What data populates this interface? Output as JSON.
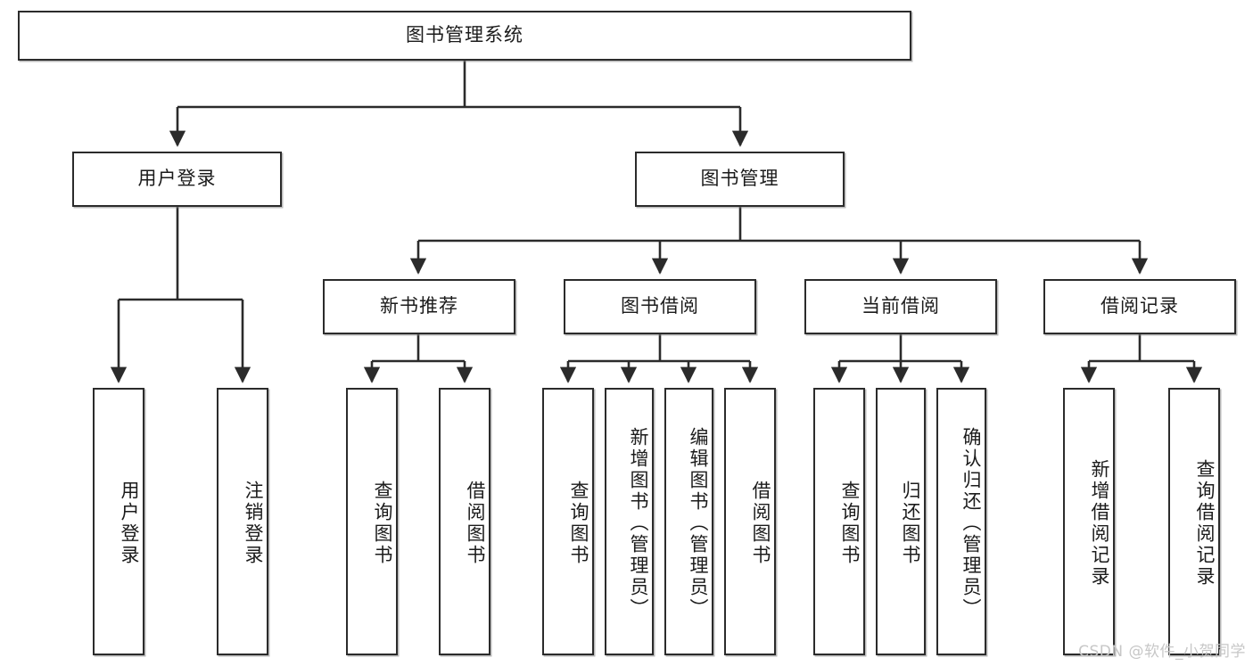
{
  "diagram": {
    "type": "tree-hierarchy",
    "title": "图书管理系统",
    "watermark": "CSDN @软件_小贺同学",
    "colors": {
      "box_border": "#2b2b2b",
      "box_fill": "#ffffff",
      "edge": "#2b2b2b",
      "watermark": "#c7c7c7",
      "background": "#ffffff"
    },
    "nodes": {
      "root": {
        "label": "图书管理系统",
        "orientation": "horizontal"
      },
      "level2": [
        {
          "id": "user-login",
          "label": "用户登录",
          "orientation": "horizontal"
        },
        {
          "id": "book-manage",
          "label": "图书管理",
          "orientation": "horizontal"
        }
      ],
      "level3": [
        {
          "id": "new-book-recommend",
          "label": "新书推荐",
          "orientation": "horizontal"
        },
        {
          "id": "book-borrow",
          "label": "图书借阅",
          "orientation": "horizontal"
        },
        {
          "id": "current-borrow",
          "label": "当前借阅",
          "orientation": "horizontal"
        },
        {
          "id": "borrow-record",
          "label": "借阅记录",
          "orientation": "horizontal"
        }
      ],
      "leaves": [
        {
          "id": "leaf-user-login",
          "label": "用户登录",
          "parent": "user-login",
          "orientation": "vertical"
        },
        {
          "id": "leaf-logout-login",
          "label": "注销登录",
          "parent": "user-login",
          "orientation": "vertical"
        },
        {
          "id": "leaf-query-book-1",
          "label": "查询图书",
          "parent": "new-book-recommend",
          "orientation": "vertical"
        },
        {
          "id": "leaf-borrow-book-1",
          "label": "借阅图书",
          "parent": "new-book-recommend",
          "orientation": "vertical"
        },
        {
          "id": "leaf-query-book-2",
          "label": "查询图书",
          "parent": "book-borrow",
          "orientation": "vertical"
        },
        {
          "id": "leaf-add-book",
          "label": "新增图书（管理员）",
          "parent": "book-borrow",
          "orientation": "vertical"
        },
        {
          "id": "leaf-edit-book",
          "label": "编辑图书（管理员）",
          "parent": "book-borrow",
          "orientation": "vertical"
        },
        {
          "id": "leaf-borrow-book-2",
          "label": "借阅图书",
          "parent": "book-borrow",
          "orientation": "vertical"
        },
        {
          "id": "leaf-query-book-3",
          "label": "查询图书",
          "parent": "current-borrow",
          "orientation": "vertical"
        },
        {
          "id": "leaf-return-book",
          "label": "归还图书",
          "parent": "current-borrow",
          "orientation": "vertical"
        },
        {
          "id": "leaf-confirm-return",
          "label": "确认归还（管理员）",
          "parent": "current-borrow",
          "orientation": "vertical"
        },
        {
          "id": "leaf-add-record",
          "label": "新增借阅记录",
          "parent": "borrow-record",
          "orientation": "vertical"
        },
        {
          "id": "leaf-query-record",
          "label": "查询借阅记录",
          "parent": "borrow-record",
          "orientation": "vertical"
        }
      ]
    }
  }
}
